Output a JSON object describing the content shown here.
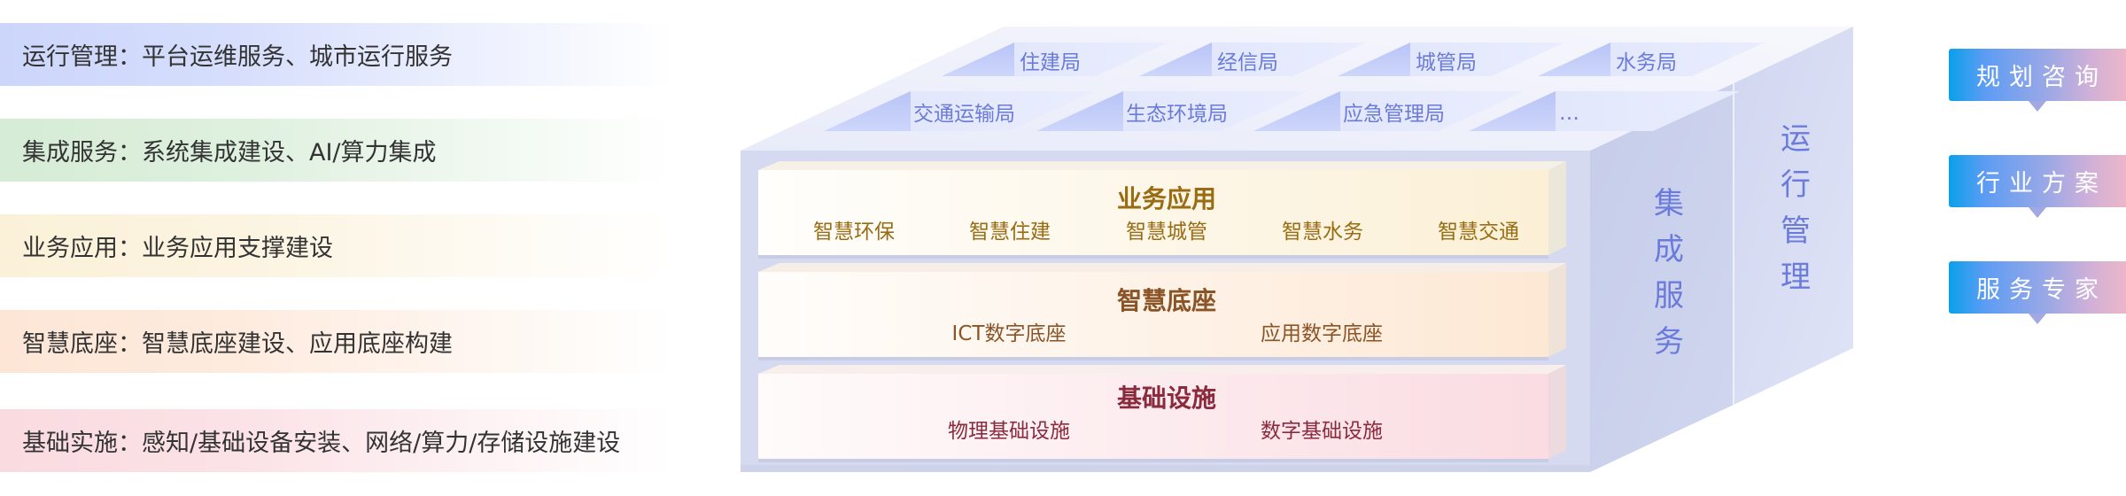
{
  "left_bands": [
    {
      "label": "运行管理：平台运维服务、城市运行服务",
      "color": "#ccd6fb"
    },
    {
      "label": "集成服务：系统集成建设、AI/算力集成",
      "color": "#d6ecd6"
    },
    {
      "label": "业务应用：业务应用支撑建设",
      "color": "#fbf1d9"
    },
    {
      "label": "智慧底座：智慧底座建设、应用底座构建",
      "color": "#fde6d6"
    },
    {
      "label": "基础实施：感知/基础设备安装、网络/算力/存储设施建设",
      "color": "#fadbe0"
    }
  ],
  "cube": {
    "top_row1": [
      "住建局",
      "经信局",
      "城管局",
      "水务局"
    ],
    "top_row2": [
      "交通运输局",
      "生态环境局",
      "应急管理局",
      "…"
    ],
    "layers": [
      {
        "title": "业务应用",
        "items": [
          "智慧环保",
          "智慧住建",
          "智慧城管",
          "智慧水务",
          "智慧交通"
        ],
        "text_color": "#9a6c12",
        "bg": "#fbf0d8"
      },
      {
        "title": "智慧底座",
        "items": [
          "ICT数字底座",
          "应用数字底座"
        ],
        "text_color": "#8b5426",
        "bg": "#fde8d6"
      },
      {
        "title": "基础设施",
        "items": [
          "物理基础设施",
          "数字基础设施"
        ],
        "text_color": "#8a2a3c",
        "bg": "#fadce2"
      }
    ],
    "side_front_label": "集成服务",
    "side_back_label": "运行管理",
    "accent_text_color": "#6b7bdc"
  },
  "badges": [
    {
      "label": "规划咨询"
    },
    {
      "label": "行业方案"
    },
    {
      "label": "服务专家"
    }
  ]
}
